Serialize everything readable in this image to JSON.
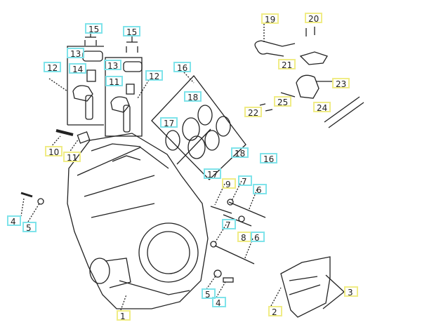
{
  "colors": {
    "callout_cyan": "#7fe3ea",
    "callout_yellow": "#f0ec86",
    "line": "#222222"
  },
  "callouts": [
    {
      "id": "c15a",
      "text": "15",
      "color": "cyan"
    },
    {
      "id": "c15b",
      "text": "15",
      "color": "cyan"
    },
    {
      "id": "c13a",
      "text": "13",
      "color": "cyan"
    },
    {
      "id": "c13b",
      "text": "13",
      "color": "cyan"
    },
    {
      "id": "c12a",
      "text": "12",
      "color": "cyan"
    },
    {
      "id": "c14",
      "text": "14",
      "color": "cyan"
    },
    {
      "id": "c11a",
      "text": "11",
      "color": "cyan"
    },
    {
      "id": "c12b",
      "text": "12",
      "color": "cyan"
    },
    {
      "id": "c16a",
      "text": "16",
      "color": "cyan"
    },
    {
      "id": "c18a",
      "text": "18",
      "color": "cyan"
    },
    {
      "id": "c17a",
      "text": "17",
      "color": "cyan"
    },
    {
      "id": "c10",
      "text": "10",
      "color": "yellow"
    },
    {
      "id": "c11b",
      "text": "11",
      "color": "yellow"
    },
    {
      "id": "c19",
      "text": "19",
      "color": "yellow"
    },
    {
      "id": "c20",
      "text": "20",
      "color": "yellow"
    },
    {
      "id": "c21",
      "text": "21",
      "color": "yellow"
    },
    {
      "id": "c23",
      "text": "23",
      "color": "yellow"
    },
    {
      "id": "c25",
      "text": "25",
      "color": "yellow"
    },
    {
      "id": "c22",
      "text": "22",
      "color": "yellow"
    },
    {
      "id": "c24",
      "text": "24",
      "color": "yellow"
    },
    {
      "id": "c18b",
      "text": "18",
      "color": "cyan"
    },
    {
      "id": "c16b",
      "text": "16",
      "color": "cyan"
    },
    {
      "id": "c17b",
      "text": "17",
      "color": "cyan"
    },
    {
      "id": "c9",
      "text": "9",
      "color": "yellow"
    },
    {
      "id": "c7a",
      "text": "7",
      "color": "cyan"
    },
    {
      "id": "c6a",
      "text": "6",
      "color": "cyan"
    },
    {
      "id": "c7b",
      "text": "7",
      "color": "cyan"
    },
    {
      "id": "c8",
      "text": "8",
      "color": "yellow"
    },
    {
      "id": "c6b",
      "text": "6",
      "color": "cyan"
    },
    {
      "id": "c4a",
      "text": "4",
      "color": "cyan"
    },
    {
      "id": "c5a",
      "text": "5",
      "color": "cyan"
    },
    {
      "id": "c5b",
      "text": "5",
      "color": "cyan"
    },
    {
      "id": "c4b",
      "text": "4",
      "color": "cyan"
    },
    {
      "id": "c1",
      "text": "1",
      "color": "yellow"
    },
    {
      "id": "c2",
      "text": "2",
      "color": "yellow"
    },
    {
      "id": "c3",
      "text": "3",
      "color": "yellow"
    }
  ]
}
